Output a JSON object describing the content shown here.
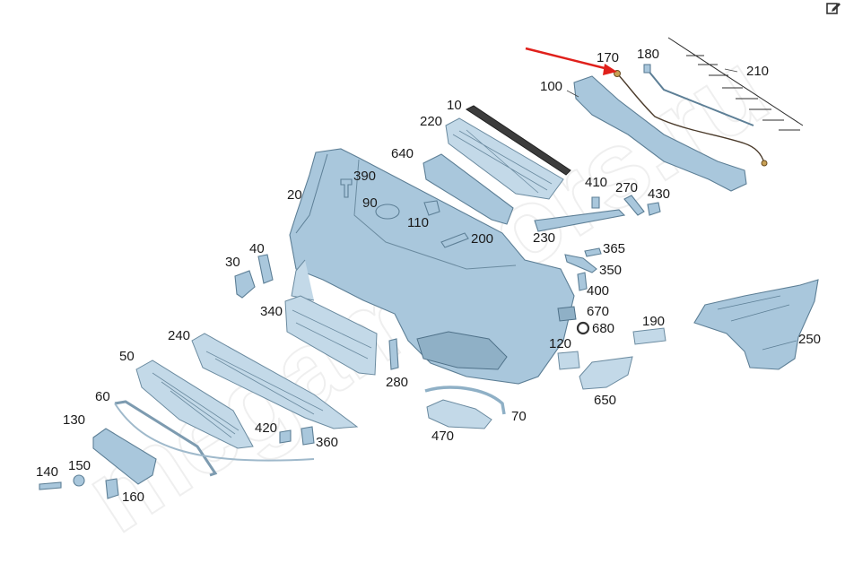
{
  "toolbar": {
    "edit_icon": "edit-icon"
  },
  "diagram": {
    "callouts": [
      "10",
      "20",
      "30",
      "40",
      "50",
      "60",
      "70",
      "90",
      "100",
      "110",
      "120",
      "130",
      "140",
      "150",
      "160",
      "170",
      "180",
      "190",
      "200",
      "210",
      "220",
      "230",
      "240",
      "250",
      "270",
      "280",
      "340",
      "350",
      "360",
      "365",
      "390",
      "400",
      "410",
      "420",
      "430",
      "470",
      "640",
      "650",
      "670",
      "680"
    ]
  },
  "colors": {
    "part_fill": "#a9c7dc",
    "part_stroke": "#5d7f96",
    "arrow": "#e0201b",
    "label": "#1a1a1a"
  }
}
